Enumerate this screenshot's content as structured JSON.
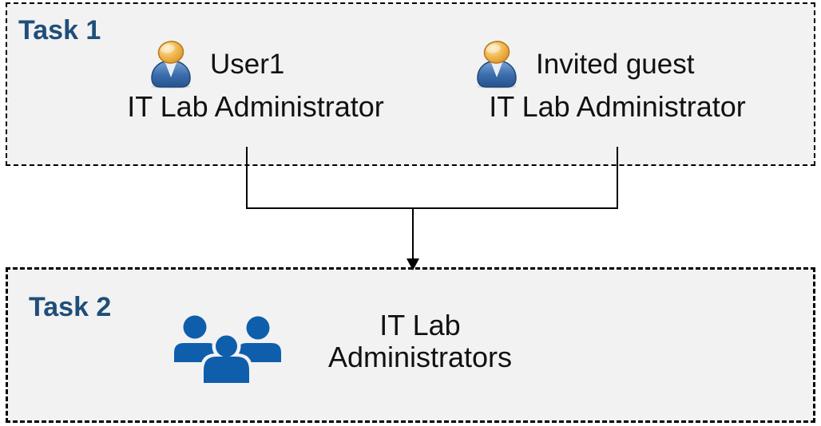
{
  "task1": {
    "label": "Task 1",
    "personas": [
      {
        "name": "User1",
        "role": "IT Lab Administrator",
        "icon": "person-icon"
      },
      {
        "name": "Invited guest",
        "role": "IT Lab Administrator",
        "icon": "person-icon"
      }
    ]
  },
  "task2": {
    "label": "Task 2",
    "group": {
      "icon": "people-group-icon",
      "name_lines": [
        "IT Lab",
        "Administrators"
      ]
    }
  },
  "connector": {
    "name": "merge-arrow",
    "from": [
      "User1",
      "Invited guest"
    ],
    "to": "IT Lab Administrators"
  },
  "colors": {
    "task_label": "#1F4E79",
    "box_fill": "#F2F2F2",
    "box_border": "#000000",
    "text": "#111111",
    "connector": "#000000",
    "group_icon_blue": "#0E5EAC",
    "person_head_gold": "#EDAE3C",
    "person_body_blue": "#3A6CAC"
  }
}
